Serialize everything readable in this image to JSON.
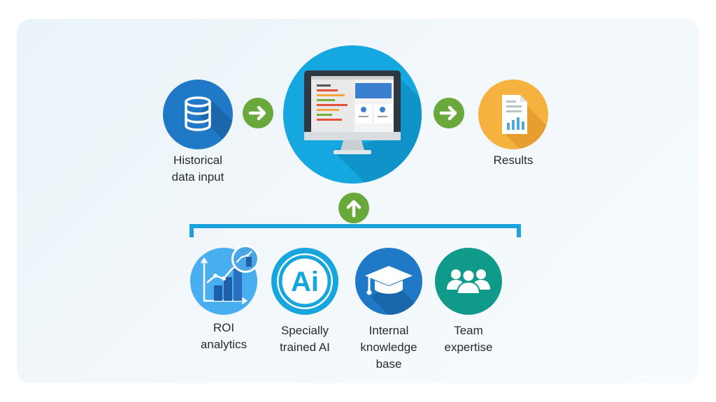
{
  "inputs": {
    "historical_label": "Historical\ndata input",
    "results_label": "Results"
  },
  "factors": [
    {
      "label": "ROI\nanalytics"
    },
    {
      "label": "Specially\ntrained AI"
    },
    {
      "label": "Internal\nknowledge\nbase"
    },
    {
      "label": "Team\nexpertise"
    }
  ],
  "icons": {
    "ai_text": "Ai"
  },
  "colors": {
    "blue_dark": "#1f79c6",
    "blue_main": "#14a7e0",
    "orange": "#f6b23e",
    "green_arrow": "#69a83a",
    "teal": "#0f9a8a",
    "bracket": "#1ba1dc"
  }
}
